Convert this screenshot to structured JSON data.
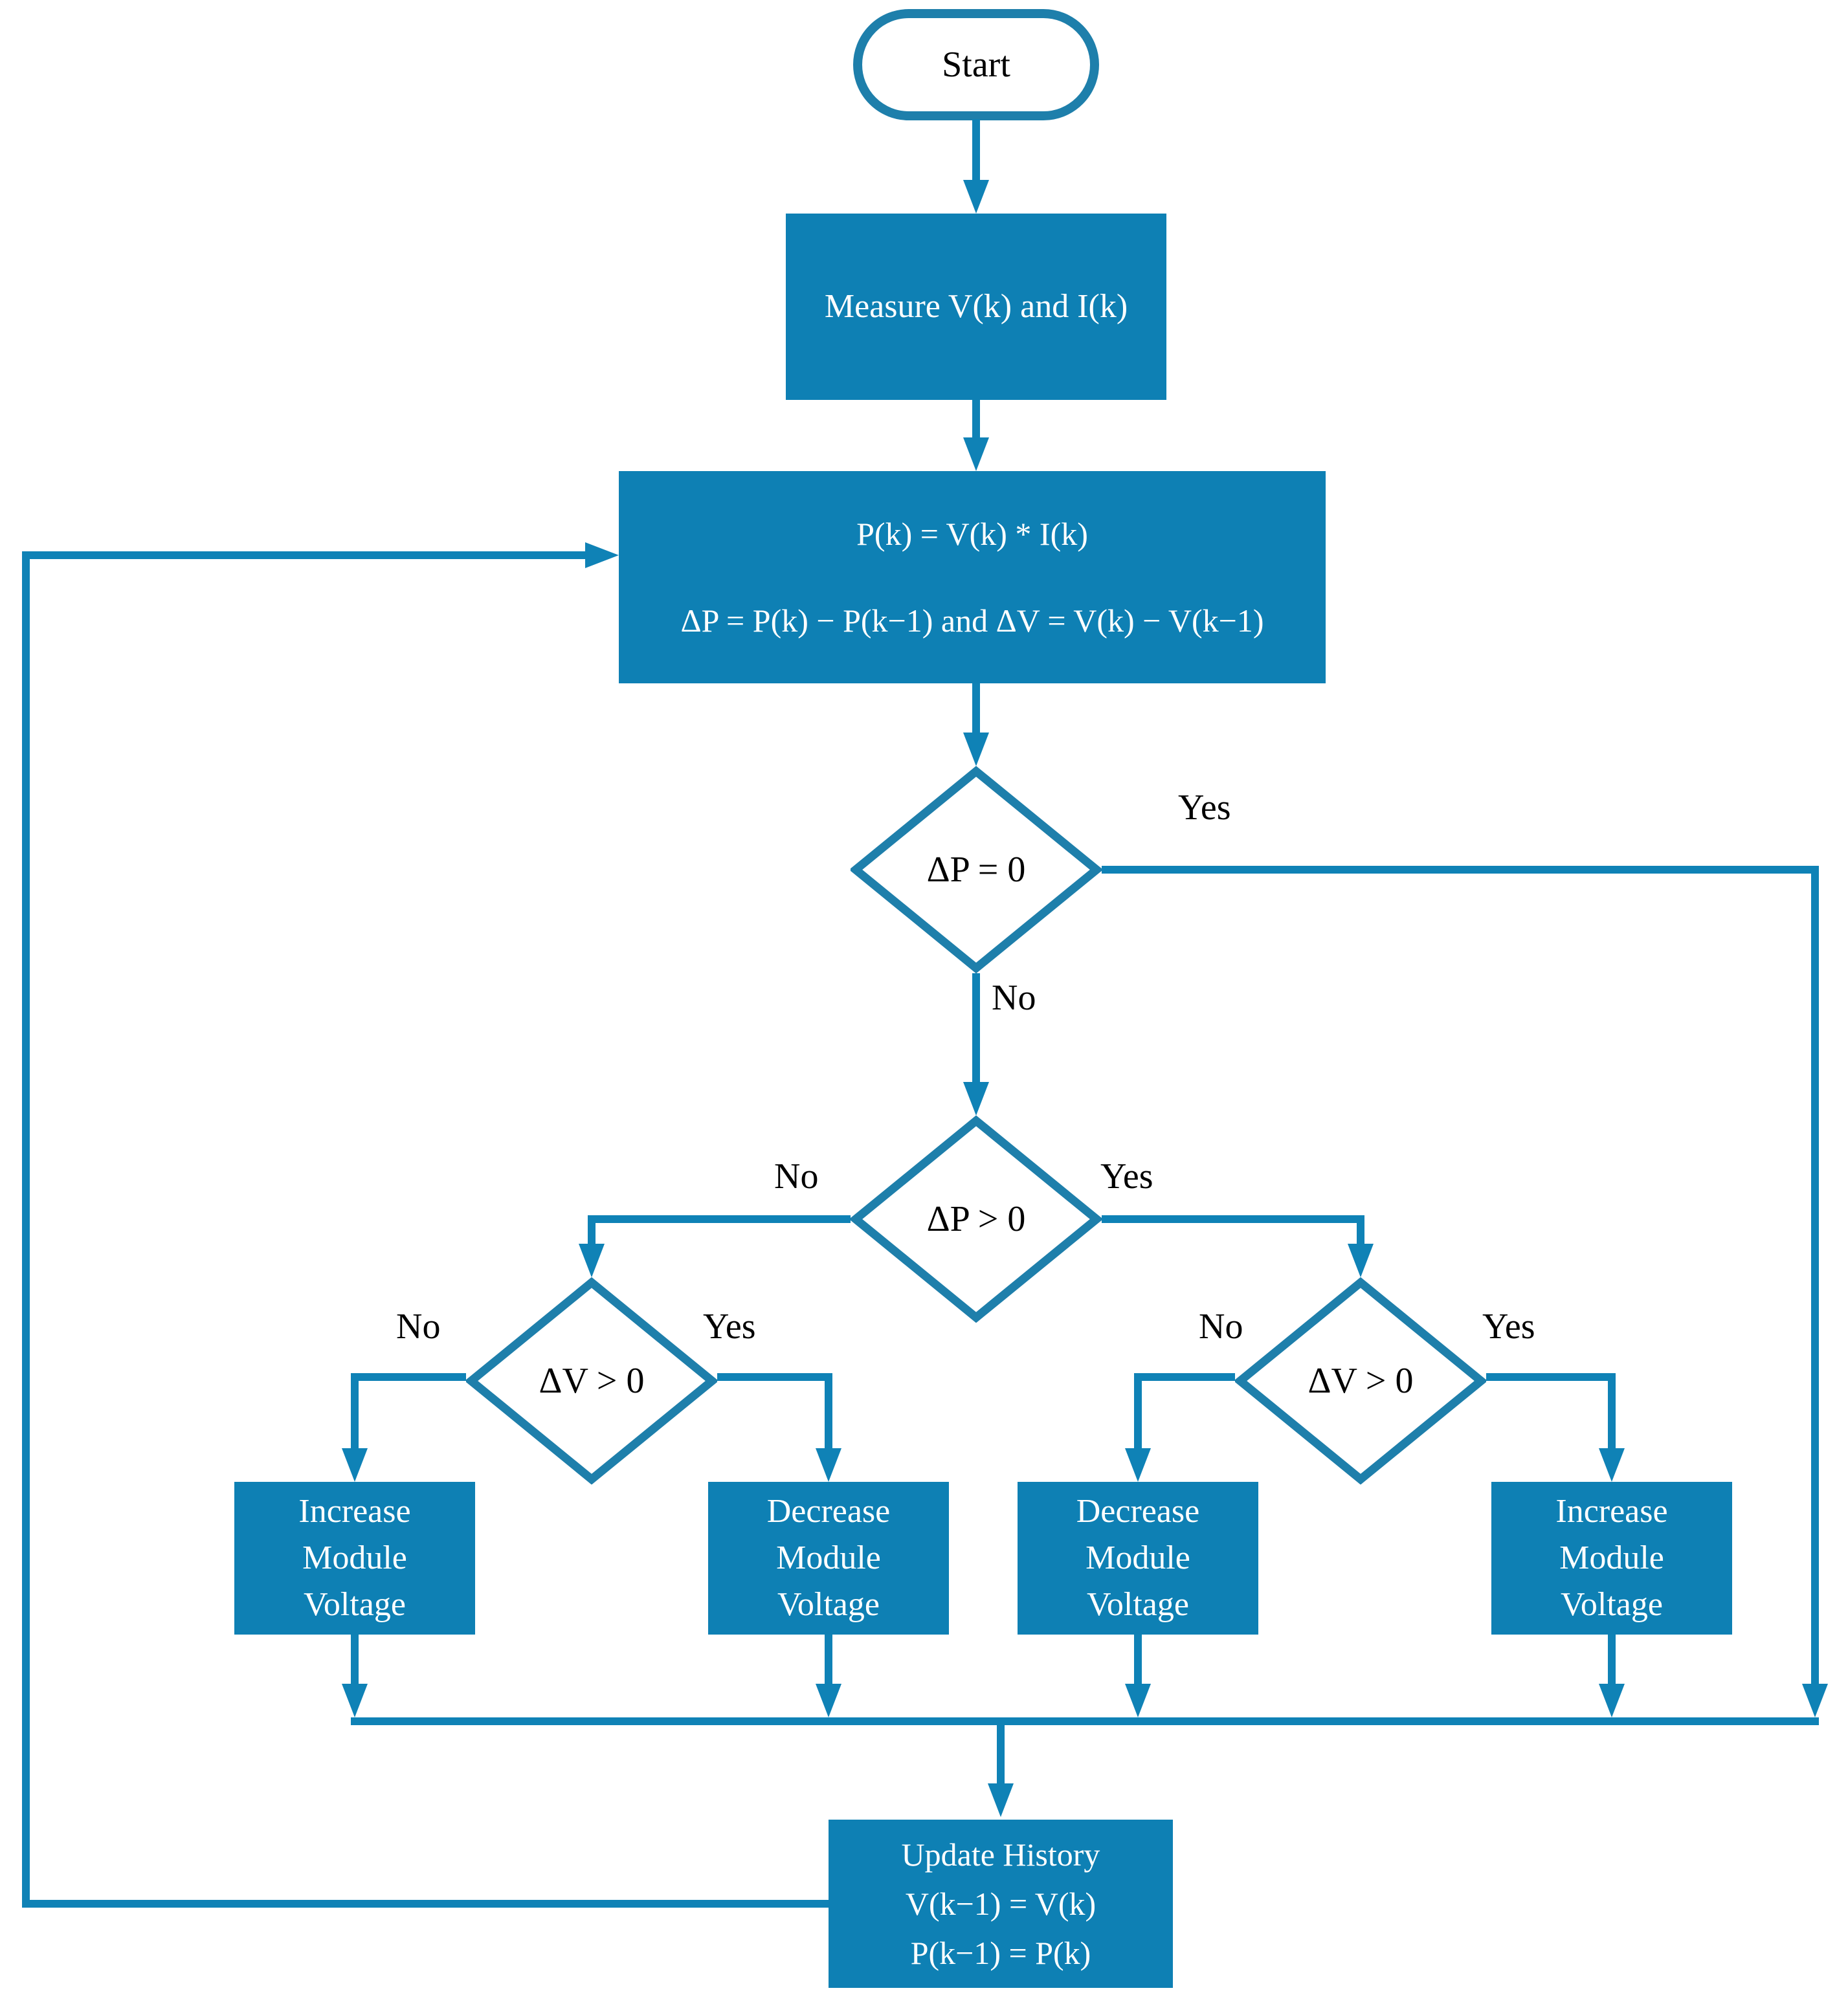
{
  "colors": {
    "node_fill": "#0E80B4",
    "outline": "#1E7FAB",
    "line": "#0F82B6",
    "text_on_fill": "#FFFFFF",
    "text_plain": "#000000",
    "canvas_bg": "#FFFFFF"
  },
  "nodes": {
    "start": {
      "label": "Start"
    },
    "measure": {
      "label": "Measure V(k) and I(k)"
    },
    "compute": {
      "lines": [
        "P(k) = V(k) * I(k)",
        "ΔP = P(k) − P(k−1) and ΔV = V(k) − V(k−1)"
      ]
    },
    "decision_dp_zero": {
      "label": "ΔP = 0"
    },
    "decision_dp_pos": {
      "label": "ΔP > 0"
    },
    "decision_dv_left": {
      "label": "ΔV > 0"
    },
    "decision_dv_right": {
      "label": "ΔV > 0"
    },
    "actions": [
      {
        "lines": [
          "Increase",
          "Module",
          "Voltage"
        ]
      },
      {
        "lines": [
          "Decrease",
          "Module",
          "Voltage"
        ]
      },
      {
        "lines": [
          "Decrease",
          "Module",
          "Voltage"
        ]
      },
      {
        "lines": [
          "Increase",
          "Module",
          "Voltage"
        ]
      }
    ],
    "update_history": {
      "lines": [
        "Update History",
        "V(k−1) = V(k)",
        "P(k−1) = P(k)"
      ]
    }
  },
  "edge_labels": {
    "dp_zero_yes": "Yes",
    "dp_zero_no": "No",
    "dp_pos_no": "No",
    "dp_pos_yes": "Yes",
    "dv_left_no": "No",
    "dv_left_yes": "Yes",
    "dv_right_no": "No",
    "dv_right_yes": "Yes"
  }
}
